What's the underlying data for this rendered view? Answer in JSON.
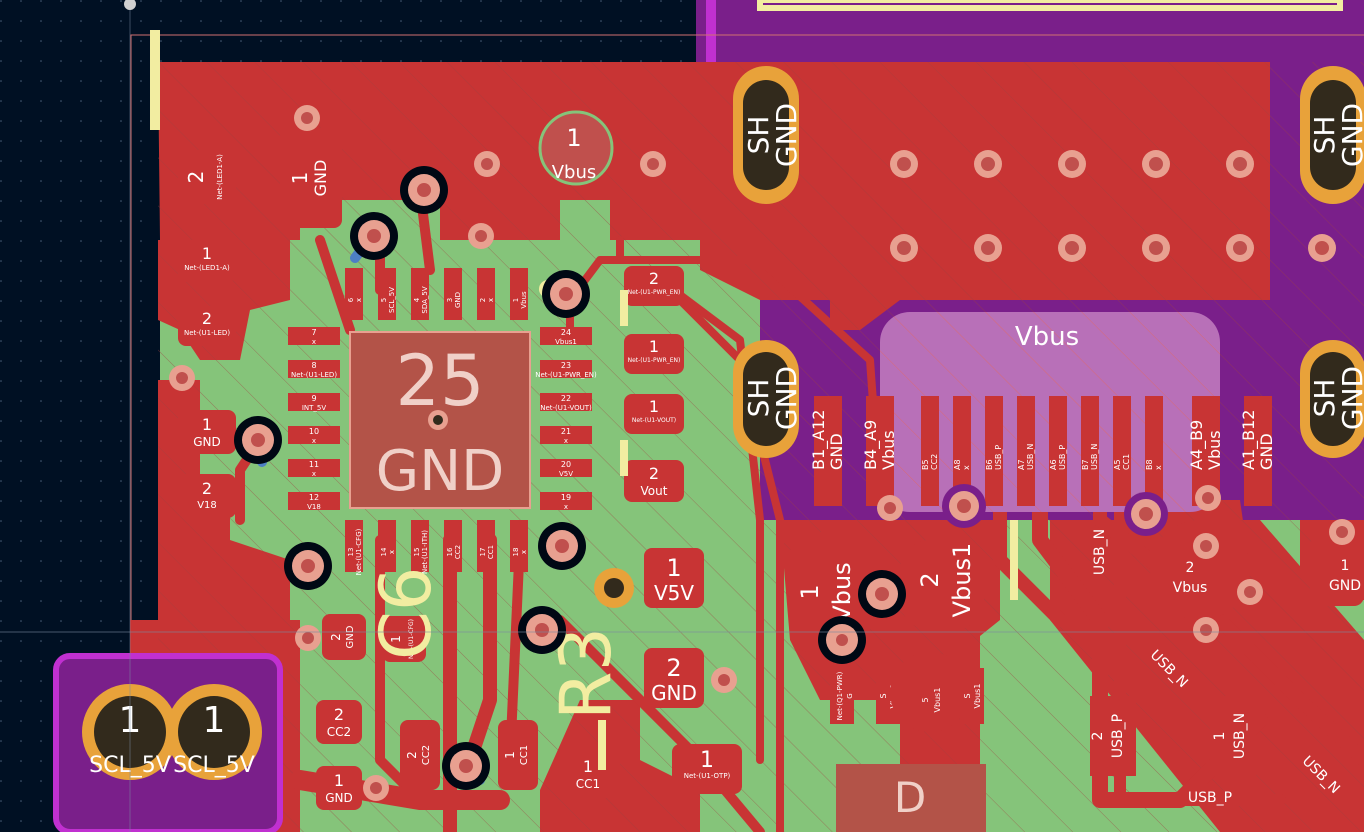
{
  "colors": {
    "background": "#001023",
    "copper_front": "#c83434",
    "copper_back": "#4d7fc4",
    "copper_pour": "#85c47a",
    "silkscreen": "#f2eda1",
    "pad": "#c0504d",
    "via_ring": "#e8a090",
    "edge_magenta": "#c030d0",
    "edge_purple": "#7a1f8a",
    "drill": "#322a1c",
    "pad_ring_orange": "#e8a23a",
    "label_white": "#ffffff"
  },
  "ic": {
    "center_number": "25",
    "center_net": "GND",
    "top_pins": [
      {
        "n": "6",
        "net": "x"
      },
      {
        "n": "5",
        "net": "SCL_5V"
      },
      {
        "n": "4",
        "net": "SDA_5V"
      },
      {
        "n": "3",
        "net": "GND"
      },
      {
        "n": "2",
        "net": "x"
      },
      {
        "n": "1",
        "net": "Vbus"
      }
    ],
    "left_pins": [
      {
        "n": "7",
        "net": "x"
      },
      {
        "n": "8",
        "net": "Net-(U1-LED)"
      },
      {
        "n": "9",
        "net": "INT_5V"
      },
      {
        "n": "10",
        "net": "x"
      },
      {
        "n": "11",
        "net": "x"
      },
      {
        "n": "12",
        "net": "V18"
      }
    ],
    "right_pins": [
      {
        "n": "24",
        "net": "Vbus1"
      },
      {
        "n": "23",
        "net": "Net-(U1-PWR_EN)"
      },
      {
        "n": "22",
        "net": "Net-(U1-VOUT)"
      },
      {
        "n": "21",
        "net": "x"
      },
      {
        "n": "20",
        "net": "V5V"
      },
      {
        "n": "19",
        "net": "x"
      }
    ],
    "bottom_pins": [
      {
        "n": "13",
        "net": "Net-(U1-CFG)"
      },
      {
        "n": "14",
        "net": "x"
      },
      {
        "n": "15",
        "net": "Net-(U1-ITH)"
      },
      {
        "n": "16",
        "net": "CC2"
      },
      {
        "n": "17",
        "net": "CC1"
      },
      {
        "n": "18",
        "net": "x"
      }
    ]
  },
  "small_pads": {
    "led_2": {
      "num": "2",
      "net": "Net-(LED1-A)"
    },
    "led_1": {
      "num": "1",
      "net": "Net-(LED1-A)"
    },
    "led_2b": {
      "num": "2",
      "net": "Net-(U1-LED)"
    },
    "gnd_1": {
      "num": "1",
      "net": "GND"
    },
    "v18_2": {
      "num": "2",
      "net": "V18"
    },
    "gnd_top": {
      "num": "1",
      "net": "GND"
    },
    "vbus_pad": {
      "num": "1",
      "net": "Vbus"
    },
    "r_pwr": {
      "num": "2",
      "net": "Net-(U1-PWR_EN)"
    },
    "r_en": {
      "num": "1",
      "net": "Net-(U1-PWR_EN)"
    },
    "r_vout": {
      "num": "1",
      "net": "Net-(U1-VOUT)"
    },
    "vout_2": {
      "num": "2",
      "net": "Vout"
    },
    "v5v_1": {
      "num": "1",
      "net": "V5V"
    },
    "gnd_2": {
      "num": "2",
      "net": "GND"
    },
    "otp_1": {
      "num": "1",
      "net": "Net-(U1-OTP)"
    },
    "cc1_1": {
      "num": "1",
      "net": "CC1"
    },
    "cc2_2": {
      "num": "2",
      "net": "CC2"
    },
    "gnd_bl": {
      "num": "1",
      "net": "GND"
    },
    "cfg_1": {
      "num": "1",
      "net": "Net-(U1-CFG)"
    },
    "gnd_cfg": {
      "num": "2",
      "net": "GND"
    },
    "cc1_v": {
      "num": "1",
      "net": "CC1"
    },
    "cc2_v": {
      "num": "2",
      "net": "CC2"
    }
  },
  "fet": {
    "pin1_num": "1",
    "pin1_net": "Vbus",
    "pin2_num": "2",
    "pin2_net": "Vbus1",
    "g_pin": "G",
    "g_net": "Net-(Q1-PWR)",
    "s_pin": "S",
    "s_net": "Vbus1",
    "s5_pin": "5",
    "s5_net": "Vbus1",
    "s4_pin": "S",
    "s4_net": "Vbus1",
    "ic_d_label": "D"
  },
  "usb": {
    "zone_label": "Vbus",
    "shield_left_top": [
      "SH",
      "GND"
    ],
    "shield_right_top": [
      "SH",
      "GND"
    ],
    "shield_left_bot": [
      "SH",
      "GND"
    ],
    "shield_right_bot": [
      "SH",
      "GND"
    ],
    "pins": [
      {
        "n": "B1_A12",
        "net": "GND"
      },
      {
        "n": "B4_A9",
        "net": "Vbus"
      },
      {
        "n": "B5",
        "net": "CC2"
      },
      {
        "n": "A8",
        "net": "x"
      },
      {
        "n": "B6",
        "net": "USB_P"
      },
      {
        "n": "A7",
        "net": "USB_N"
      },
      {
        "n": "A6",
        "net": "USB_P"
      },
      {
        "n": "B7",
        "net": "USB_N"
      },
      {
        "n": "A5",
        "net": "CC1"
      },
      {
        "n": "B8",
        "net": "x"
      },
      {
        "n": "A4_B9",
        "net": "Vbus"
      },
      {
        "n": "A1_B12",
        "net": "GND"
      }
    ],
    "usb_n_label": "USB_N",
    "right_pad_num": "2",
    "right_pad_net": "Vbus",
    "gnd_right_num": "1",
    "gnd_right_net": "GND",
    "diode_left_num": "2",
    "diode_left_net": "USB_P",
    "diode_right_num": "1",
    "diode_right_net": "USB_N",
    "trace_usb_n_a": "USB_N",
    "trace_usb_n_b": "USB_N",
    "trace_usb_p": "USB_P"
  },
  "header": {
    "pin_left_num": "1",
    "pin_left_net": "SCL_5V",
    "pin_right_num": "1",
    "pin_right_net": "SCL_5V"
  },
  "silk_refs": {
    "c6": "C6",
    "r3": "R3"
  }
}
